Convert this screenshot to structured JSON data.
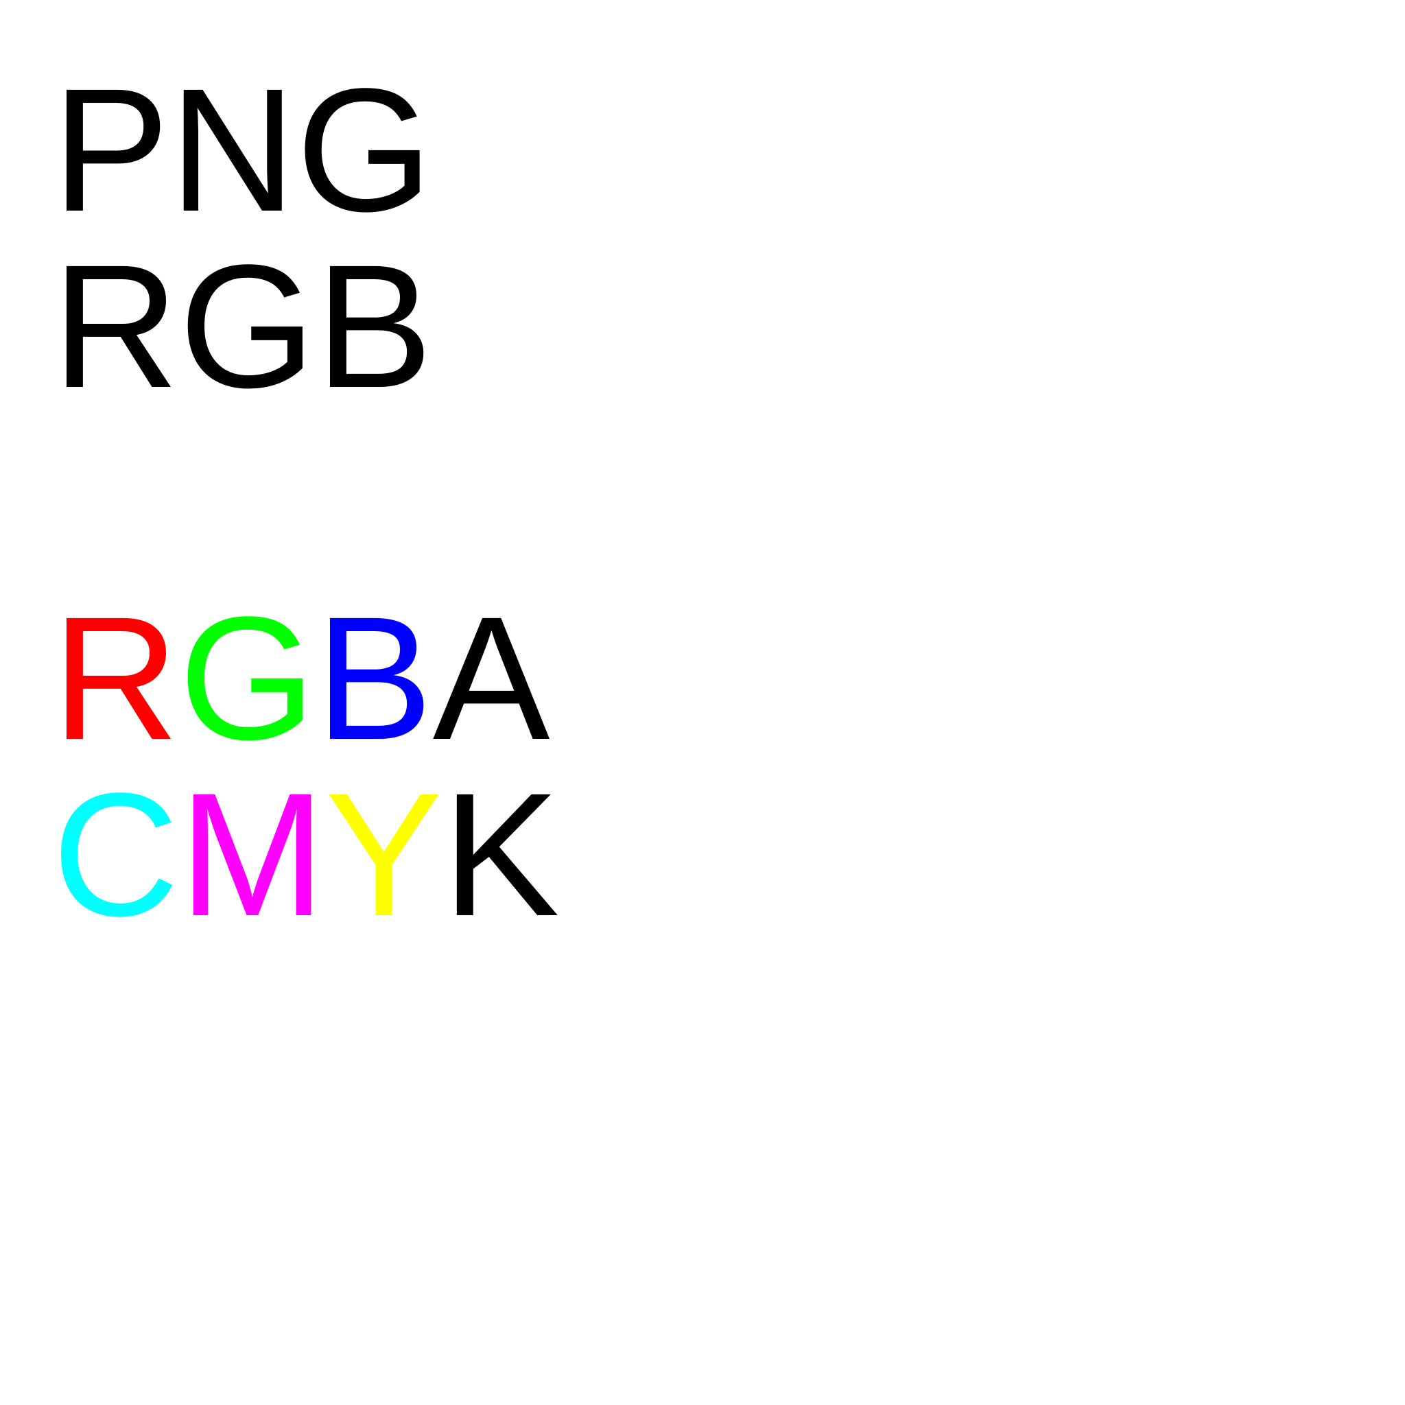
{
  "lines": [
    {
      "text": "PNG",
      "chars": [
        {
          "char": "P",
          "color": "#000000"
        },
        {
          "char": "N",
          "color": "#000000"
        },
        {
          "char": "G",
          "color": "#000000"
        }
      ]
    },
    {
      "text": "RGB",
      "chars": [
        {
          "char": "R",
          "color": "#000000"
        },
        {
          "char": "G",
          "color": "#000000"
        },
        {
          "char": "B",
          "color": "#000000"
        }
      ]
    },
    {
      "text": "RGBA",
      "chars": [
        {
          "char": "R",
          "color": "#ff0000"
        },
        {
          "char": "G",
          "color": "#00ff00"
        },
        {
          "char": "B",
          "color": "#0000ff"
        },
        {
          "char": "A",
          "color": "#000000"
        }
      ]
    },
    {
      "text": "CMYK",
      "chars": [
        {
          "char": "C",
          "color": "#00ffff"
        },
        {
          "char": "M",
          "color": "#ff00ff"
        },
        {
          "char": "Y",
          "color": "#ffff00"
        },
        {
          "char": "K",
          "color": "#000000"
        }
      ]
    }
  ]
}
